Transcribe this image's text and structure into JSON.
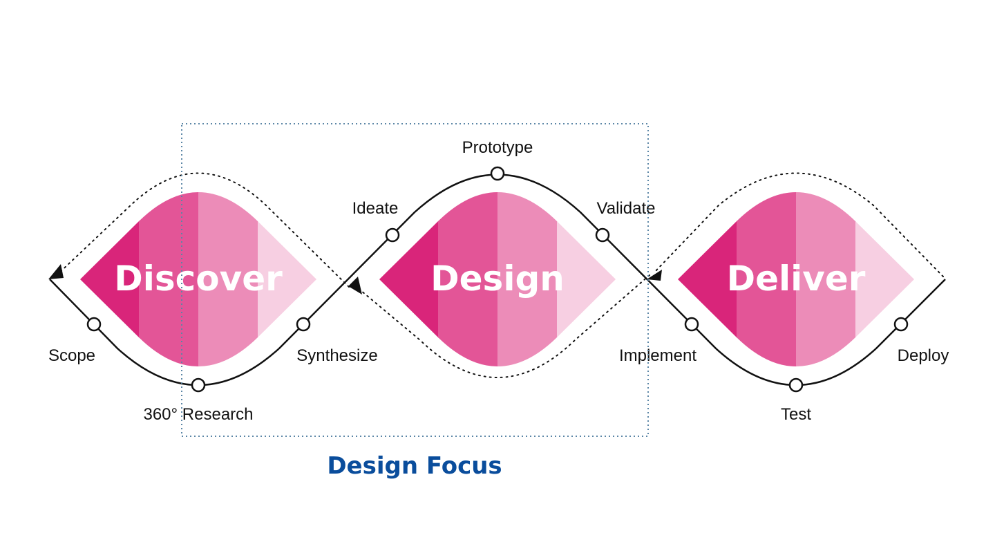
{
  "colors": {
    "shade_darkest": "#d9257a",
    "shade_dark": "#e35597",
    "shade_light": "#ec8cb8",
    "shade_lightest": "#f7cfe2",
    "path": "#111111",
    "focus_box": "#5b86a6",
    "focus_caption": "#0a4d9c"
  },
  "phases": [
    {
      "title": "Discover"
    },
    {
      "title": "Design"
    },
    {
      "title": "Deliver"
    }
  ],
  "steps": {
    "scope": "Scope",
    "research": "360° Research",
    "synthesize": "Synthesize",
    "ideate": "Ideate",
    "prototype": "Prototype",
    "validate": "Validate",
    "implement": "Implement",
    "test": "Test",
    "deploy": "Deploy"
  },
  "focus": {
    "caption": "Design Focus"
  }
}
